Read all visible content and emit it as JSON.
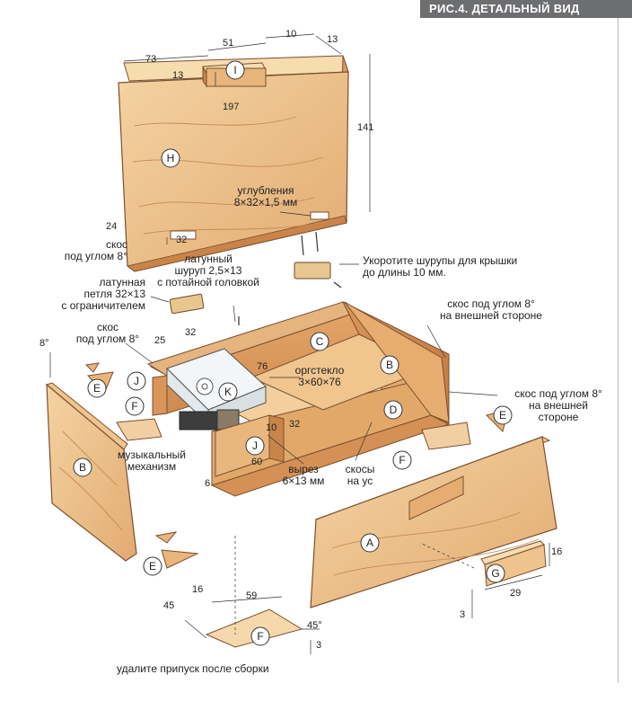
{
  "header": {
    "title": "РИС.4. ДЕТАЛЬНЫЙ ВИД"
  },
  "parts": {
    "A": "A",
    "B": "B",
    "C": "C",
    "D": "D",
    "E": "E",
    "F": "F",
    "G": "G",
    "H": "H",
    "I": "I",
    "J": "J",
    "K": "K"
  },
  "dimensions": {
    "d73": "73",
    "d51": "51",
    "d10": "10",
    "d13a": "13",
    "d13b": "13",
    "d197": "197",
    "d141": "141",
    "d24": "24",
    "d32a": "32",
    "d25": "25",
    "d8deg": "8°",
    "d32b": "32",
    "d76": "76",
    "d10b": "10",
    "d32c": "32",
    "d60": "60",
    "d6": "6",
    "d16a": "16",
    "d29": "29",
    "d3a": "3",
    "d16b": "16",
    "d59": "59",
    "d45": "45",
    "d45deg": "45°",
    "d3b": "3"
  },
  "labels": {
    "bevel_lid": [
      "скос",
      "под углом 8°"
    ],
    "recesses": [
      "углубления",
      "8×32×1,5 мм"
    ],
    "shorten_screws": [
      "Укоротите шурупы для крышки",
      "до длины 10 мм."
    ],
    "brass_screw": [
      "латунный",
      "шуруп 2,5×13",
      "с потайной головкой"
    ],
    "brass_hinge": [
      "латунная",
      "петля 32×13",
      "с ограничителем"
    ],
    "bevel_outer_top": [
      "скос под углом 8°",
      "на внешней стороне"
    ],
    "bevel_side": [
      "скос",
      "под углом 8°"
    ],
    "plexiglass": [
      "оргстекло",
      "3×60×76"
    ],
    "bevel_outer_right": [
      "скос под углом 8°",
      "на внешней",
      "стороне"
    ],
    "music_mech": [
      "музыкальный",
      "механизм"
    ],
    "cutout": [
      "вырез",
      "6×13 мм"
    ],
    "miters": [
      "скосы",
      "на ус"
    ],
    "remove_allowance": "удалите припуск после сборки"
  }
}
